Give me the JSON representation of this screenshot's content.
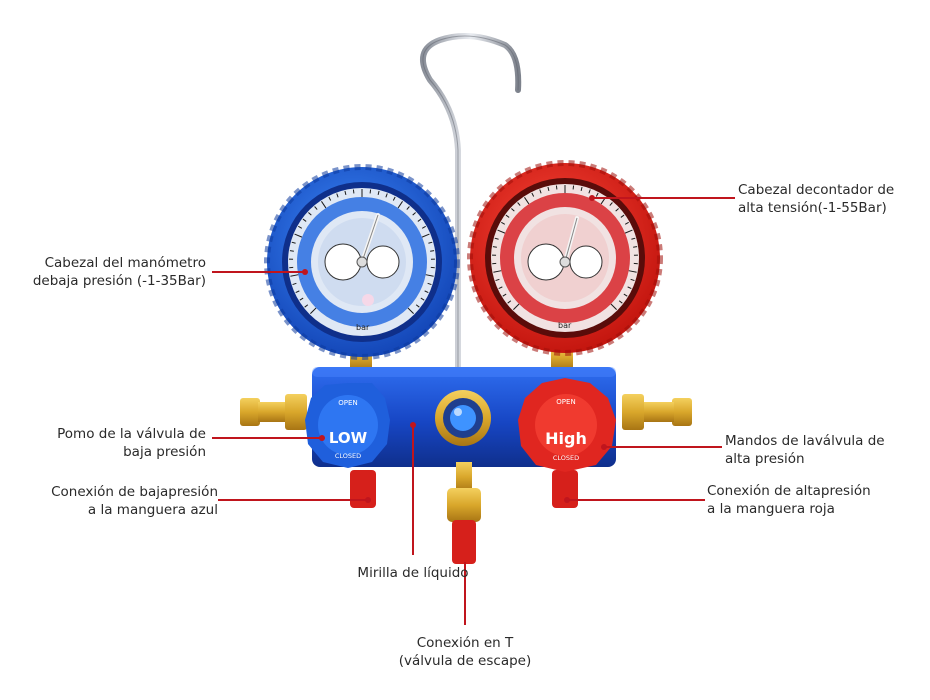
{
  "labels": {
    "low_gauge": [
      "Cabezal del manómetro",
      "debaja presión (-1-35Bar)"
    ],
    "high_gauge": [
      "Cabezal decontador de",
      "alta tensión(-1-55Bar)"
    ],
    "low_knob": [
      "Pomo de la válvula de",
      "baja presión"
    ],
    "high_knob": [
      "Mandos de laválvula de",
      "alta presión"
    ],
    "low_hose": [
      "Conexión de bajapresión",
      "a la manguera azul"
    ],
    "high_hose": [
      "Conexión de altapresión",
      "a la manguera roja"
    ],
    "sight_glass": [
      "Mirilla de líquido"
    ],
    "t_connection": [
      "Conexión en T",
      "(válvula de escape)"
    ]
  },
  "knobs": {
    "low": {
      "top": "OPEN",
      "main": "LOW",
      "bottom": "CLOSED"
    },
    "high": {
      "top": "OPEN",
      "main": "High",
      "bottom": "CLOSED"
    }
  },
  "gauges": {
    "low": {
      "unit": "bar"
    },
    "high": {
      "unit": "bar"
    }
  },
  "colors": {
    "leader_line": "#c0151d",
    "low_blue": "#1e5fd8",
    "high_red": "#e8231f",
    "brass": "#d9a72b"
  }
}
